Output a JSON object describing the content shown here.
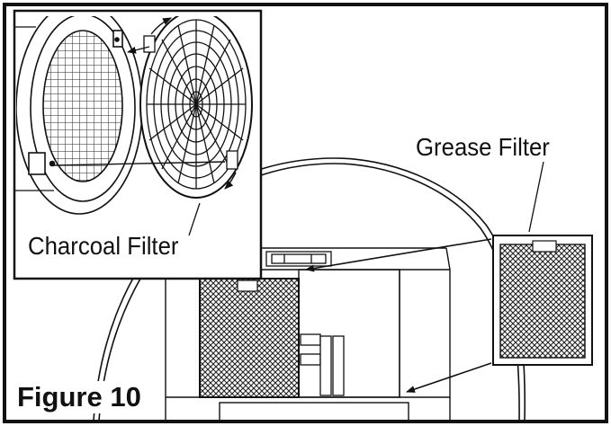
{
  "labels": {
    "grease_filter": "Grease Filter",
    "charcoal_filter": "Charcoal Filter",
    "figure": "Figure 10"
  },
  "colors": {
    "ink": "#111111",
    "background": "#ffffff"
  }
}
